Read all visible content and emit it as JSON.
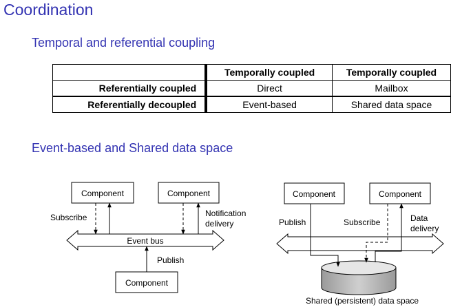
{
  "slide": {
    "title": "Coordination",
    "section1_title": "Temporal and referential coupling",
    "section2_title": "Event-based and Shared data space"
  },
  "table": {
    "headers": [
      "",
      "Temporally coupled",
      "Temporally coupled"
    ],
    "rows": [
      {
        "label": "Referentially coupled",
        "cells": [
          "Direct",
          "Mailbox"
        ]
      },
      {
        "label": "Referentially decoupled",
        "cells": [
          "Event-based",
          "Shared data space"
        ]
      }
    ]
  },
  "left_diagram": {
    "component_top_left": "Component",
    "component_top_right": "Component",
    "component_bottom": "Component",
    "bus_label": "Event bus",
    "subscribe_label": "Subscribe",
    "notification_line1": "Notification",
    "notification_line2": "delivery",
    "publish_label": "Publish"
  },
  "right_diagram": {
    "component_left": "Component",
    "component_right": "Component",
    "publish_label": "Publish",
    "subscribe_label": "Subscribe",
    "data_line1": "Data",
    "data_line2": "delivery",
    "storage_label": "Shared (persistent) data space"
  }
}
